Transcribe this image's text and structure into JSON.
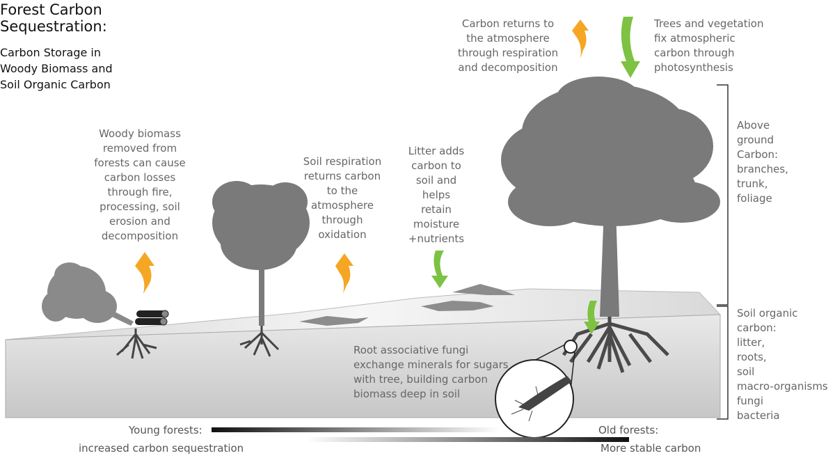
{
  "title": "Forest Carbon\nSequestration:",
  "subtitle": "Carbon Storage in\nWoody Biomass and\nSoil Organic Carbon",
  "labels": {
    "woody_removed": "Woody biomass\nremoved from\nforests  can cause\ncarbon losses\nthrough fire,\nprocessing, soil\nerosion and\ndecomposition",
    "soil_respiration": "Soil respiration\nreturns carbon\nto the\natmosphere\nthrough\noxidation",
    "litter": "Litter adds\ncarbon to\nsoil and\nhelps\nretain\nmoisture\n+nutrients",
    "carbon_returns": "Carbon returns to\nthe atmosphere\nthrough respiration\nand decomposition",
    "trees_fix": "Trees and vegetation\nfix atmospheric\ncarbon through\nphotosynthesis",
    "above_ground": "Above\nground\nCarbon:\nbranches,\ntrunk,\nfoliage",
    "soil_organic": "Soil organic\ncarbon:\nlitter,\nroots,\nsoil\nmacro-organisms\nfungi\nbacteria",
    "fungi": "Root associative fungi\nexchange minerals for sugars\nwith tree, building carbon\nbiomass deep in  soil"
  },
  "bottom": {
    "young_title": "Young forests:",
    "young_desc": "increased carbon sequestration",
    "old_title": "Old forests:",
    "old_desc": "More stable carbon"
  },
  "colors": {
    "emission_arrow": "#f5a623",
    "uptake_arrow": "#7dc242",
    "vegetation": "#7a7a7a",
    "text": "#666666"
  }
}
